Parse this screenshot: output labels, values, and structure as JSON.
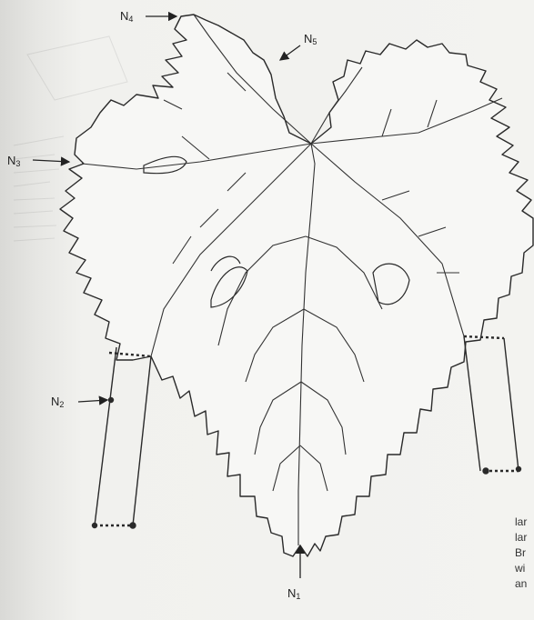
{
  "figure": {
    "labels": [
      {
        "id": "n1",
        "base": "N",
        "sub": "1"
      },
      {
        "id": "n2",
        "base": "N",
        "sub": "2"
      },
      {
        "id": "n3",
        "base": "N",
        "sub": "3"
      },
      {
        "id": "n4",
        "base": "N",
        "sub": "4"
      },
      {
        "id": "n5",
        "base": "N",
        "sub": "5"
      }
    ]
  },
  "caption_fragment": {
    "lines": [
      "lar",
      "lar",
      "Br",
      "wi",
      "an"
    ]
  }
}
